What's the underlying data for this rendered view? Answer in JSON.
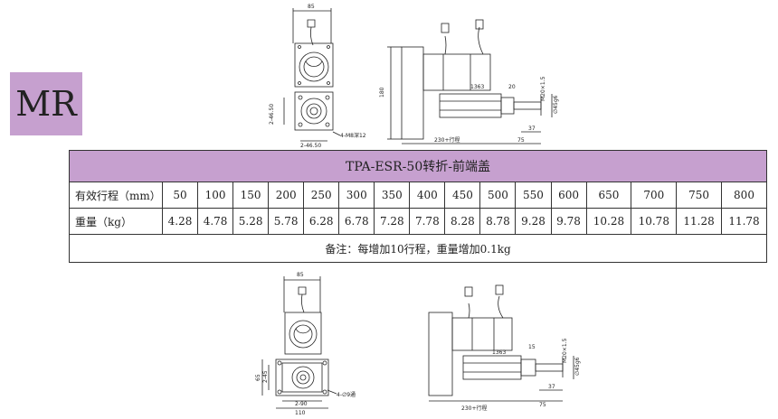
{
  "badge": "MR",
  "table": {
    "title": "TPA-ESR-50转折-前端盖",
    "stroke_label": "有效行程（mm）",
    "weight_label": "重量（kg）",
    "strokes": [
      "50",
      "100",
      "150",
      "200",
      "250",
      "300",
      "350",
      "400",
      "450",
      "500",
      "550",
      "600",
      "650",
      "700",
      "750",
      "800"
    ],
    "weights": [
      "4.28",
      "4.78",
      "5.28",
      "5.78",
      "6.28",
      "6.78",
      "7.28",
      "7.78",
      "8.28",
      "8.78",
      "9.28",
      "9.78",
      "10.28",
      "10.78",
      "11.28",
      "11.78"
    ],
    "note": "备注：每增加10行程，重量增加0.1kg"
  },
  "top_drawing": {
    "width_label": "85",
    "height_label": "2-46.50",
    "bottom_label": "2-46.50",
    "hole_label": "4-M8深12",
    "side_height": "180",
    "side_20": "20",
    "side_1363": "1363",
    "side_thread": "M20×1.5",
    "side_shaft": "∅45g6",
    "side_37": "37",
    "side_length": "230+行程",
    "side_75": "75"
  },
  "bottom_drawing": {
    "width_label": "85",
    "side_65": "65",
    "side_2_45": "2-45",
    "hole_label": "4-∅9通",
    "bottom_90": "2-90",
    "bottom_110": "110",
    "side_15": "15",
    "side_1363": "1363",
    "side_thread": "M20×1.5",
    "side_shaft": "∅45g6",
    "side_37": "37",
    "side_length": "230+行程",
    "side_75": "75"
  }
}
